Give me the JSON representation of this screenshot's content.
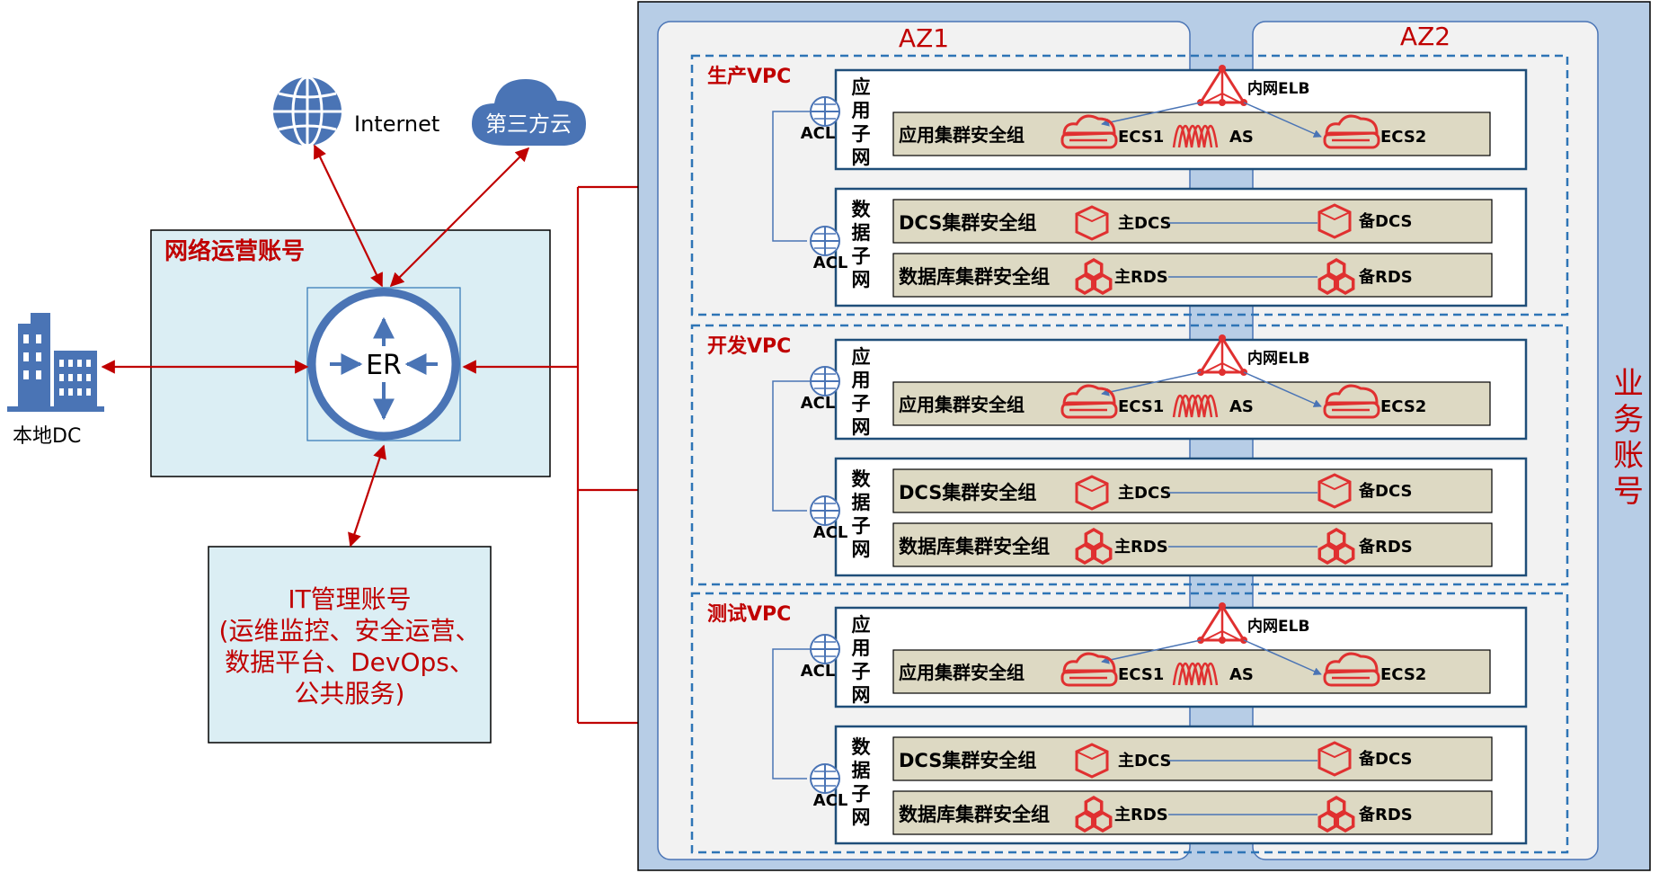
{
  "left": {
    "internet_label": "Internet",
    "third_party_cloud_label": "第三方云",
    "network_ops_account_title": "网络运营账号",
    "er_label": "ER",
    "local_dc_label": "本地DC",
    "it_account_lines": [
      "IT管理账号",
      "(运维监控、安全运营、",
      "数据平台、DevOps、",
      "公共服务)"
    ]
  },
  "right": {
    "az1_label": "AZ1",
    "az2_label": "AZ2",
    "business_account_chars": [
      "业",
      "务",
      "账",
      "号"
    ],
    "vpcs": [
      {
        "title": "生产VPC"
      },
      {
        "title": "开发VPC"
      },
      {
        "title": "测试VPC"
      }
    ],
    "app_subnet_chars": [
      "应",
      "用",
      "子",
      "网"
    ],
    "data_subnet_chars": [
      "数",
      "据",
      "子",
      "网"
    ],
    "acl_label": "ACL",
    "elb_label": "内网ELB",
    "app_sg_label": "应用集群安全组",
    "dcs_sg_label": "DCS集群安全组",
    "rds_sg_label": "数据库集群安全组",
    "ecs1_label": "ECS1",
    "ecs2_label": "ECS2",
    "as_label": "AS",
    "dcs_primary_label": "主DCS",
    "dcs_standby_label": "备DCS",
    "rds_primary_label": "主RDS",
    "rds_standby_label": "备RDS"
  },
  "colors": {
    "dark_red_text": "#c00000",
    "arrow_red": "#c00000",
    "light_blue_fill": "#dbeef4",
    "account_blue_bg": "#b7cde6",
    "sg_fill": "#ddd9c3",
    "router_blue": "#4a74b5"
  }
}
